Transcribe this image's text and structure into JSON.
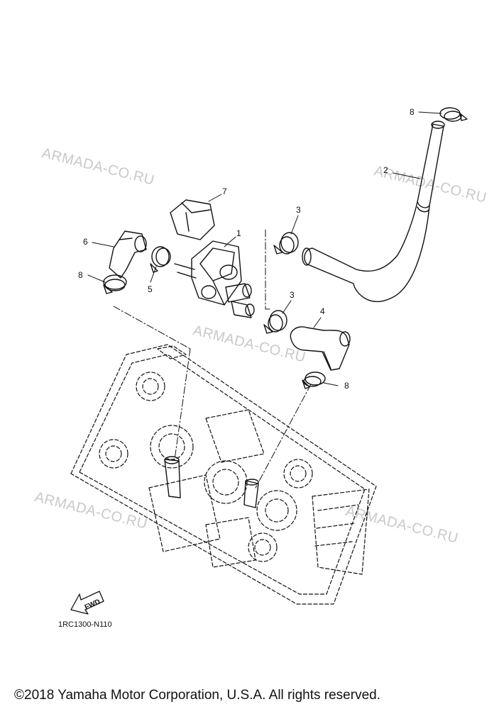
{
  "watermark": "ARMADA-CO.RU",
  "callouts": [
    "1",
    "2",
    "3",
    "3",
    "4",
    "5",
    "6",
    "7",
    "8",
    "8",
    "8"
  ],
  "direction_icon_label": "FWD",
  "diagram_code": "1RC1300-N110",
  "copyright": "©2018 Yamaha Motor Corporation, U.S.A. All rights reserved."
}
